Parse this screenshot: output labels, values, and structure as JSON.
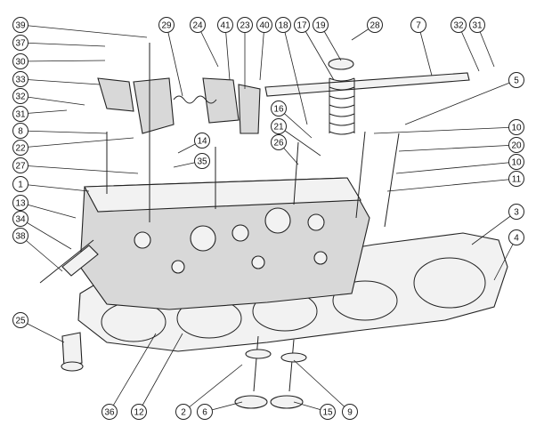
{
  "diagram": {
    "callouts": [
      {
        "id": "c39",
        "label": "39"
      },
      {
        "id": "c37",
        "label": "37"
      },
      {
        "id": "c30",
        "label": "30"
      },
      {
        "id": "c33",
        "label": "33"
      },
      {
        "id": "c32a",
        "label": "32"
      },
      {
        "id": "c31a",
        "label": "31"
      },
      {
        "id": "c8",
        "label": "8"
      },
      {
        "id": "c22",
        "label": "22"
      },
      {
        "id": "c27",
        "label": "27"
      },
      {
        "id": "c1",
        "label": "1"
      },
      {
        "id": "c13",
        "label": "13"
      },
      {
        "id": "c34",
        "label": "34"
      },
      {
        "id": "c38",
        "label": "38"
      },
      {
        "id": "c25",
        "label": "25"
      },
      {
        "id": "c36",
        "label": "36"
      },
      {
        "id": "c12",
        "label": "12"
      },
      {
        "id": "c2",
        "label": "2"
      },
      {
        "id": "c6",
        "label": "6"
      },
      {
        "id": "c15",
        "label": "15"
      },
      {
        "id": "c9",
        "label": "9"
      },
      {
        "id": "c29",
        "label": "29"
      },
      {
        "id": "c24",
        "label": "24"
      },
      {
        "id": "c41",
        "label": "41"
      },
      {
        "id": "c23",
        "label": "23"
      },
      {
        "id": "c40",
        "label": "40"
      },
      {
        "id": "c18",
        "label": "18"
      },
      {
        "id": "c17",
        "label": "17"
      },
      {
        "id": "c19",
        "label": "19"
      },
      {
        "id": "c28",
        "label": "28"
      },
      {
        "id": "c7",
        "label": "7"
      },
      {
        "id": "c32b",
        "label": "32"
      },
      {
        "id": "c31b",
        "label": "31"
      },
      {
        "id": "c5",
        "label": "5"
      },
      {
        "id": "c16",
        "label": "16"
      },
      {
        "id": "c21",
        "label": "21"
      },
      {
        "id": "c26",
        "label": "26"
      },
      {
        "id": "c14",
        "label": "14"
      },
      {
        "id": "c35",
        "label": "35"
      },
      {
        "id": "c10a",
        "label": "10"
      },
      {
        "id": "c20",
        "label": "20"
      },
      {
        "id": "c10b",
        "label": "10"
      },
      {
        "id": "c11",
        "label": "11"
      },
      {
        "id": "c3",
        "label": "3"
      },
      {
        "id": "c4",
        "label": "4"
      }
    ]
  }
}
